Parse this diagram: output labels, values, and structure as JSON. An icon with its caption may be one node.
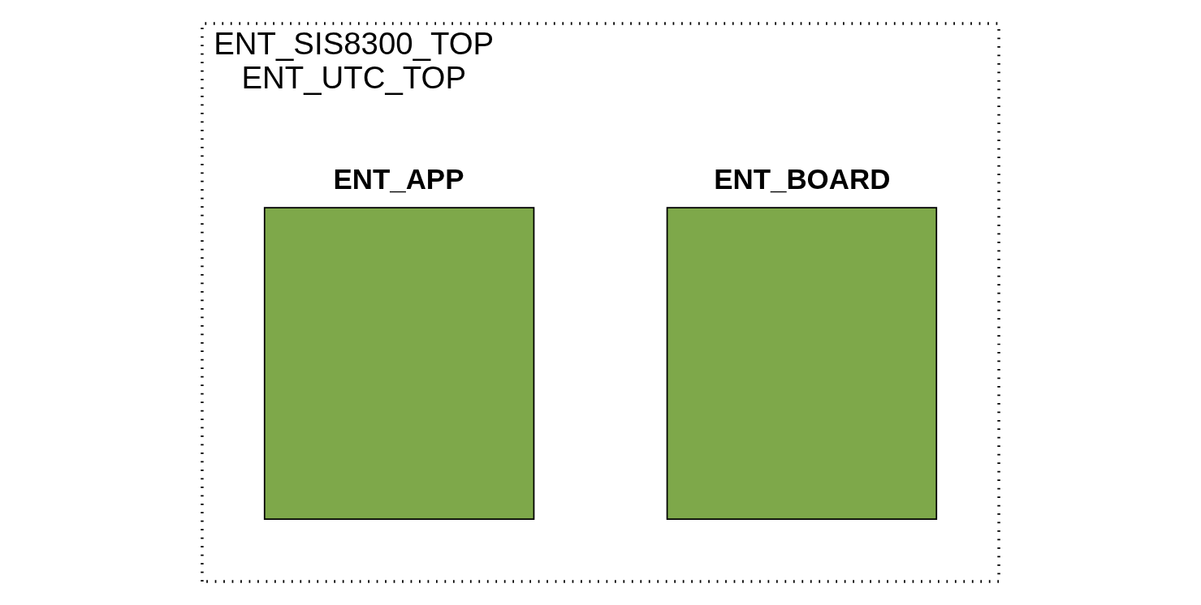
{
  "diagram": {
    "nodes": [
      {
        "text": [
          "ENT_SIS8300_TOP",
          "ENT_UTC_TOP"
        ]
      },
      {
        "text": [
          "ENT_BOARD"
        ],
        "in": 0
      },
      {
        "text": [
          "ENT_APP"
        ],
        "in": 0
      }
    ],
    "edges": []
  }
}
